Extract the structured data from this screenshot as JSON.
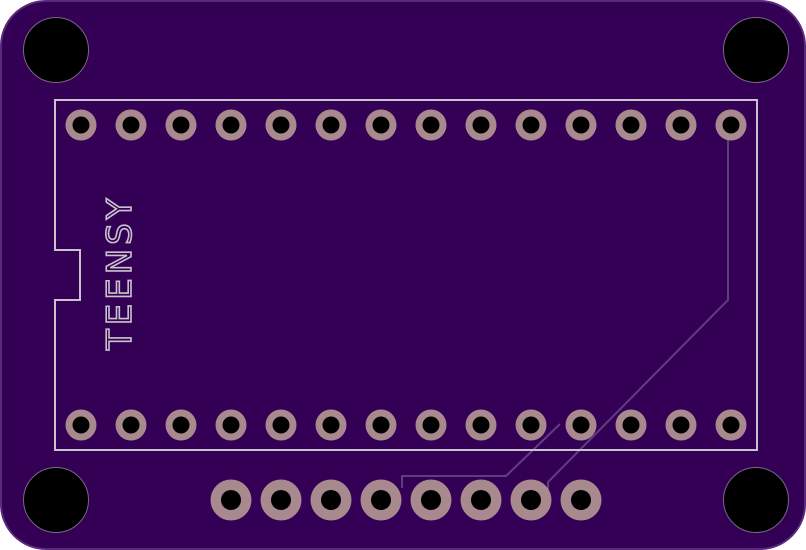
{
  "silkscreen": {
    "label": "TEENSY"
  },
  "colors": {
    "board": "#330055",
    "board_edge": "#5a2a7a",
    "silkscreen": "#c8c3cc",
    "pad": "#a88a8e",
    "drill": "#000000",
    "mount_hole": "#000000",
    "trace": "#5e3f7e"
  },
  "components": {
    "header_top_row": {
      "pin_count": 14
    },
    "header_bottom_row": {
      "pin_count": 14
    },
    "breakout_header": {
      "pin_count": 8
    },
    "mounting_holes": {
      "count": 4
    }
  }
}
